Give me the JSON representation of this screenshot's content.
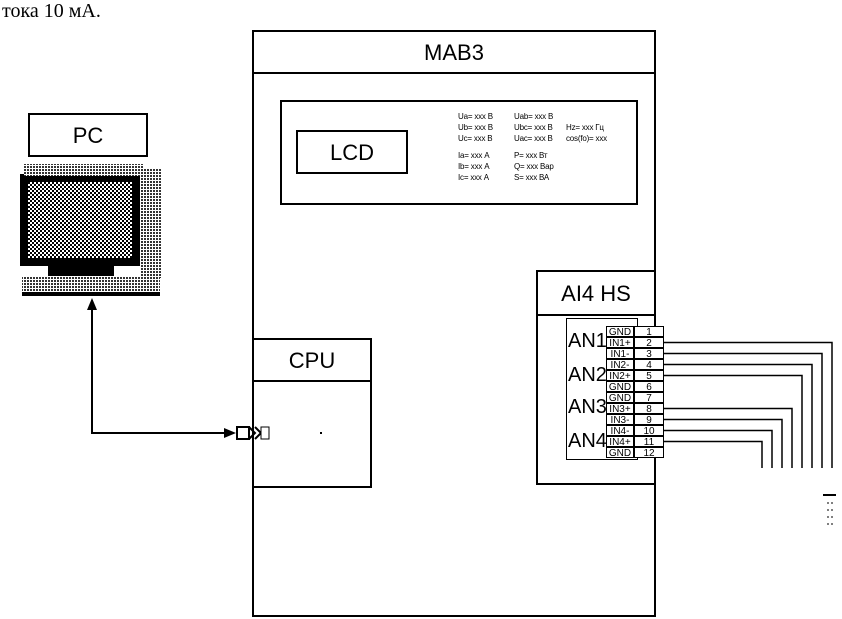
{
  "header_text": "тока 10 мА.",
  "pc": {
    "label": "PC",
    "monitor_icon": "computer-monitor-icon"
  },
  "mav3": {
    "title": "МАВ3"
  },
  "lcd": {
    "label": "LCD",
    "readouts": [
      [
        "Ua= xxx В",
        "Uab= xxx В"
      ],
      [
        "Ub= xxx В",
        "Ubc= xxx В",
        "Hz= xxx Гц"
      ],
      [
        "Uc= xxx В",
        "Uac= xxx В",
        "cos(fo)= xxx"
      ],
      [
        "Ia= xxx А",
        "P= xxx Вт"
      ],
      [
        "Ib= xxx А",
        "Q= xxx Вар"
      ],
      [
        "Ic= xxx А",
        "S= xxx ВА"
      ]
    ]
  },
  "cpu": {
    "label": "CPU"
  },
  "ai4hs": {
    "title": "AI4 HS",
    "groups": [
      "AN1",
      "AN2",
      "AN3",
      "AN4"
    ],
    "terminals": [
      {
        "signal": "GND",
        "num": "1"
      },
      {
        "signal": "IN1+",
        "num": "2"
      },
      {
        "signal": "IN1-",
        "num": "3"
      },
      {
        "signal": "IN2-",
        "num": "4"
      },
      {
        "signal": "IN2+",
        "num": "5"
      },
      {
        "signal": "GND",
        "num": "6"
      },
      {
        "signal": "GND",
        "num": "7"
      },
      {
        "signal": "IN3+",
        "num": "8"
      },
      {
        "signal": "IN3-",
        "num": "9"
      },
      {
        "signal": "IN4-",
        "num": "10"
      },
      {
        "signal": "IN4+",
        "num": "11"
      },
      {
        "signal": "GND",
        "num": "12"
      }
    ]
  }
}
